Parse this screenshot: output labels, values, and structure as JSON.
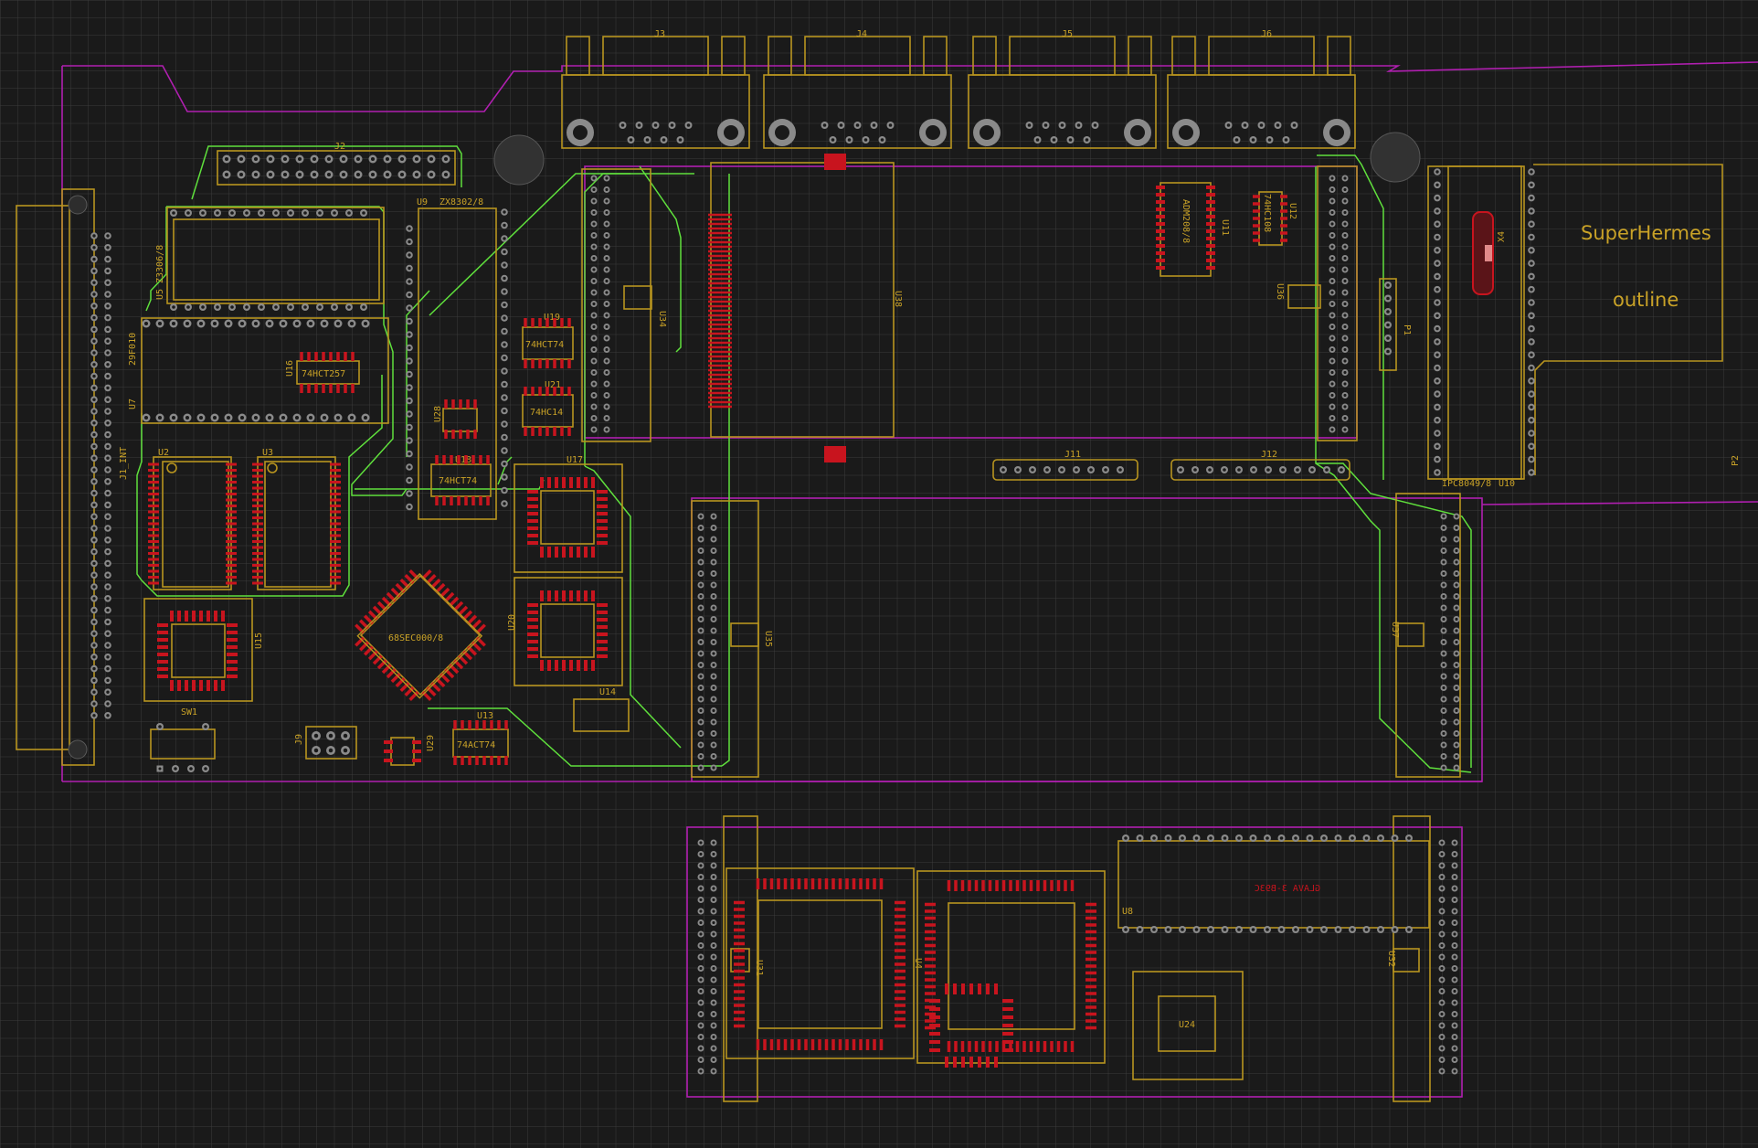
{
  "board": {
    "title": "SuperHermes",
    "subtitle": "outline",
    "colors": {
      "background": "#1a1a1a",
      "grid": "#3b3b3b",
      "silkscreen": "#c9a227",
      "outline": "#b01fb0",
      "trace": "#5fe03c",
      "pad": "#8a8a8a",
      "smd_pad": "#c8141e"
    }
  },
  "labels": {
    "j1": "J1_INT",
    "j2": "J2",
    "j3": "J3",
    "j4": "J4",
    "j5": "J5",
    "j6": "J6",
    "j11": "J11",
    "j12": "J12",
    "u2": "U2",
    "u3": "U3",
    "u4": "U4",
    "u5": "U5",
    "u5_part": "Z3306/8",
    "u7": "U7",
    "u7_part": "29F010",
    "u8": "U8",
    "u8_part": "GLAVA 3-B93C",
    "u9": "U9",
    "u9_part": "ZX8302/8",
    "u10": "U10",
    "u10_part": "IPC8049/8",
    "u11": "U11",
    "u11_part": "ADM208/8",
    "u12": "U12",
    "u12_part": "74HC108",
    "u13": "U13",
    "u13_part": "74ACT74",
    "u14": "U14",
    "u15": "U15",
    "u16": "U16",
    "u16_part": "74HCT257",
    "u17": "U17",
    "u18": "U18",
    "u18_part": "74HCT74",
    "u19": "U19",
    "u19_part": "74HCT74",
    "u20": "U20",
    "u21": "U21",
    "u21_part": "74HC14",
    "u24": "U24",
    "u28": "U28",
    "u29": "U29",
    "u31": "U31",
    "u32": "U32",
    "u34": "U34",
    "u35": "U35",
    "u36": "U36",
    "u37": "U37",
    "u38": "U38",
    "cpu_part": "68SEC000/8",
    "x4": "X4",
    "p1": "P1",
    "p2": "P2",
    "sw1": "SW1",
    "j9": "J9"
  }
}
